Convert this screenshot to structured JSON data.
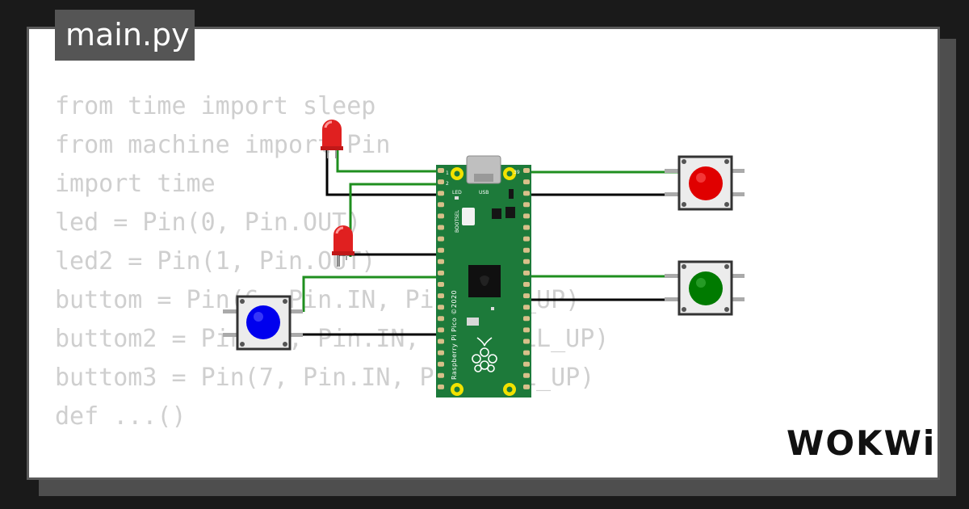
{
  "tab": {
    "label": "main.py"
  },
  "code": {
    "lines": [
      "from time import sleep",
      "",
      "from machine import Pin",
      "import time",
      "led = Pin(0, Pin.OUT)",
      "led2 = Pin(1, Pin.OUT)",
      "buttom = Pin(6, Pin.IN, Pin.PULL_UP)",
      "buttom2 = Pin(27, Pin.IN, Pin.PULL_UP)",
      "buttom3 = Pin(7, Pin.IN, Pin.PULL_UP)",
      "",
      "def ...()"
    ]
  },
  "board": {
    "silkscreen_vertical": "Raspberry Pi Pico ©2020",
    "usb_label": "USB",
    "led_label": "LED",
    "bootsel_label": "BOOTSEL",
    "pin1": "1",
    "pin2": "2",
    "pin39": "39"
  },
  "logo": {
    "text": "WOKWi"
  },
  "colors": {
    "led": "#e02020",
    "button_red": "#e00000",
    "button_green": "#007a00",
    "button_blue": "#0000ee",
    "pcb": "#1d7a3a",
    "wire_green": "#1f8f1f",
    "wire_black": "#000000"
  }
}
